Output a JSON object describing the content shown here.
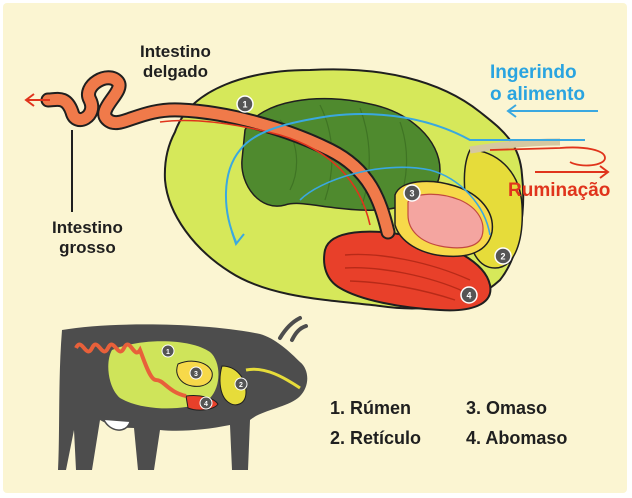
{
  "labels": {
    "small_intestine": [
      "Intestino",
      "delgado"
    ],
    "large_intestine": [
      "Intestino",
      "grosso"
    ],
    "ingesting": [
      "Ingerindo",
      "o alimento"
    ],
    "rumination": "Ruminação"
  },
  "markers": [
    "1",
    "2",
    "3",
    "4"
  ],
  "legend": [
    {
      "num": "1.",
      "name": "Rúmen"
    },
    {
      "num": "2.",
      "name": "Retículo"
    },
    {
      "num": "3.",
      "name": "Omaso"
    },
    {
      "num": "4.",
      "name": "Abomaso"
    }
  ],
  "colors": {
    "background": "#fbf5d2",
    "rumen": "#d6e85a",
    "rumen_inner": "#4f8a2e",
    "reticulum": "#e6dc3a",
    "omasum": "#f7d94a",
    "abomasum": "#e8402a",
    "intestine": "#f07a4a",
    "food_path": "#3aa8e0",
    "rumination_path": "#e0341c",
    "cow_body": "#4d4d4d"
  }
}
